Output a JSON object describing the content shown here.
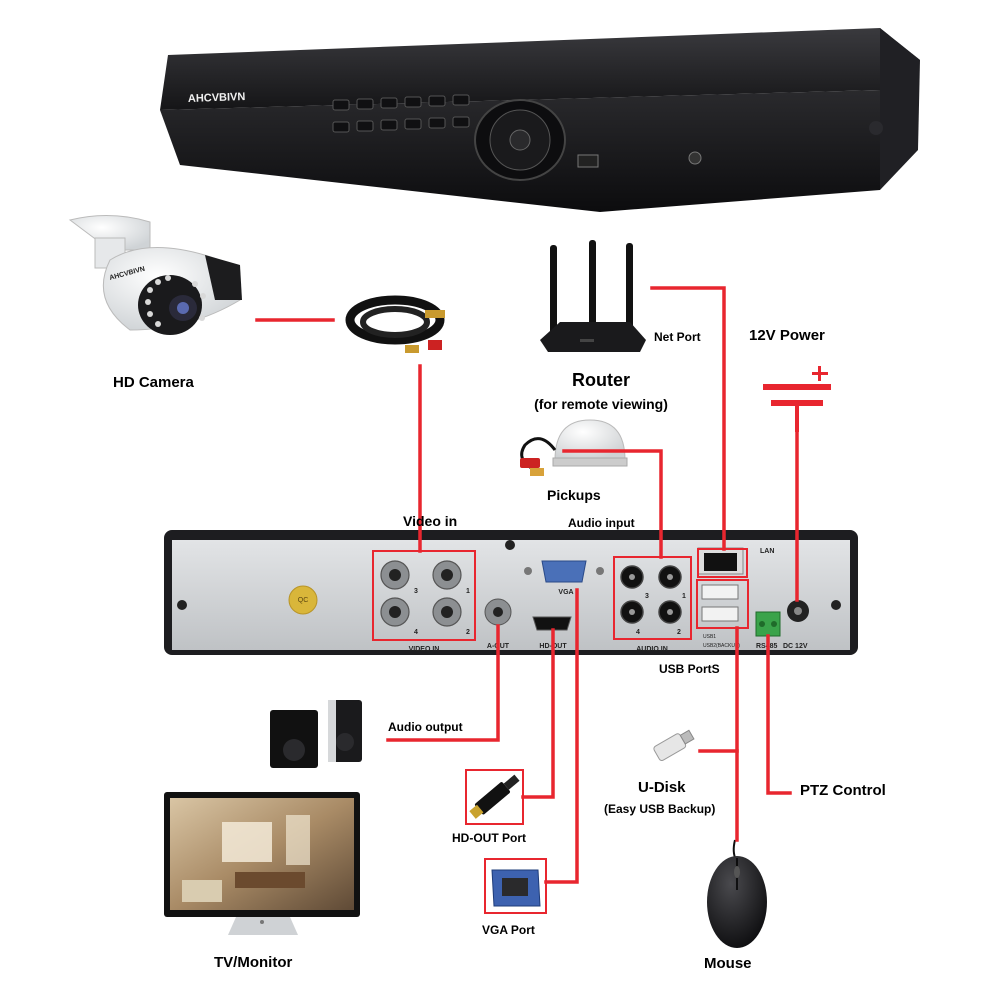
{
  "brand": "AHCVBIVN",
  "labels": {
    "hd_camera": "HD Camera",
    "router": "Router",
    "router_sub": "(for remote viewing)",
    "net_port": "Net Port",
    "power": "12V Power",
    "pickups": "Pickups",
    "video_in": "Video in",
    "audio_input": "Audio input",
    "usb_ports": "USB PortS",
    "audio_output": "Audio output",
    "udisk": "U-Disk",
    "udisk_sub": "(Easy USB Backup)",
    "ptz": "PTZ Control",
    "hdout_port": "HD-OUT Port",
    "vga_port": "VGA Port",
    "tv": "TV/Monitor",
    "mouse": "Mouse"
  },
  "panel": {
    "video_in": "VIDEO IN",
    "a_out": "A-OUT",
    "hd_out": "HD-OUT",
    "vga": "VGA",
    "audio_in": "AUDIO IN",
    "lan": "LAN",
    "usb1": "USB1",
    "usb2": "USB2(BACKUP)",
    "rs485": "RS485",
    "dc12v": "DC 12V",
    "qc": "QC",
    "port_numbers": [
      "3",
      "1",
      "4",
      "2"
    ]
  },
  "colors": {
    "wire": "#e8262f",
    "chassis": "#1c1c1e",
    "panel": "#cfd2d5"
  }
}
